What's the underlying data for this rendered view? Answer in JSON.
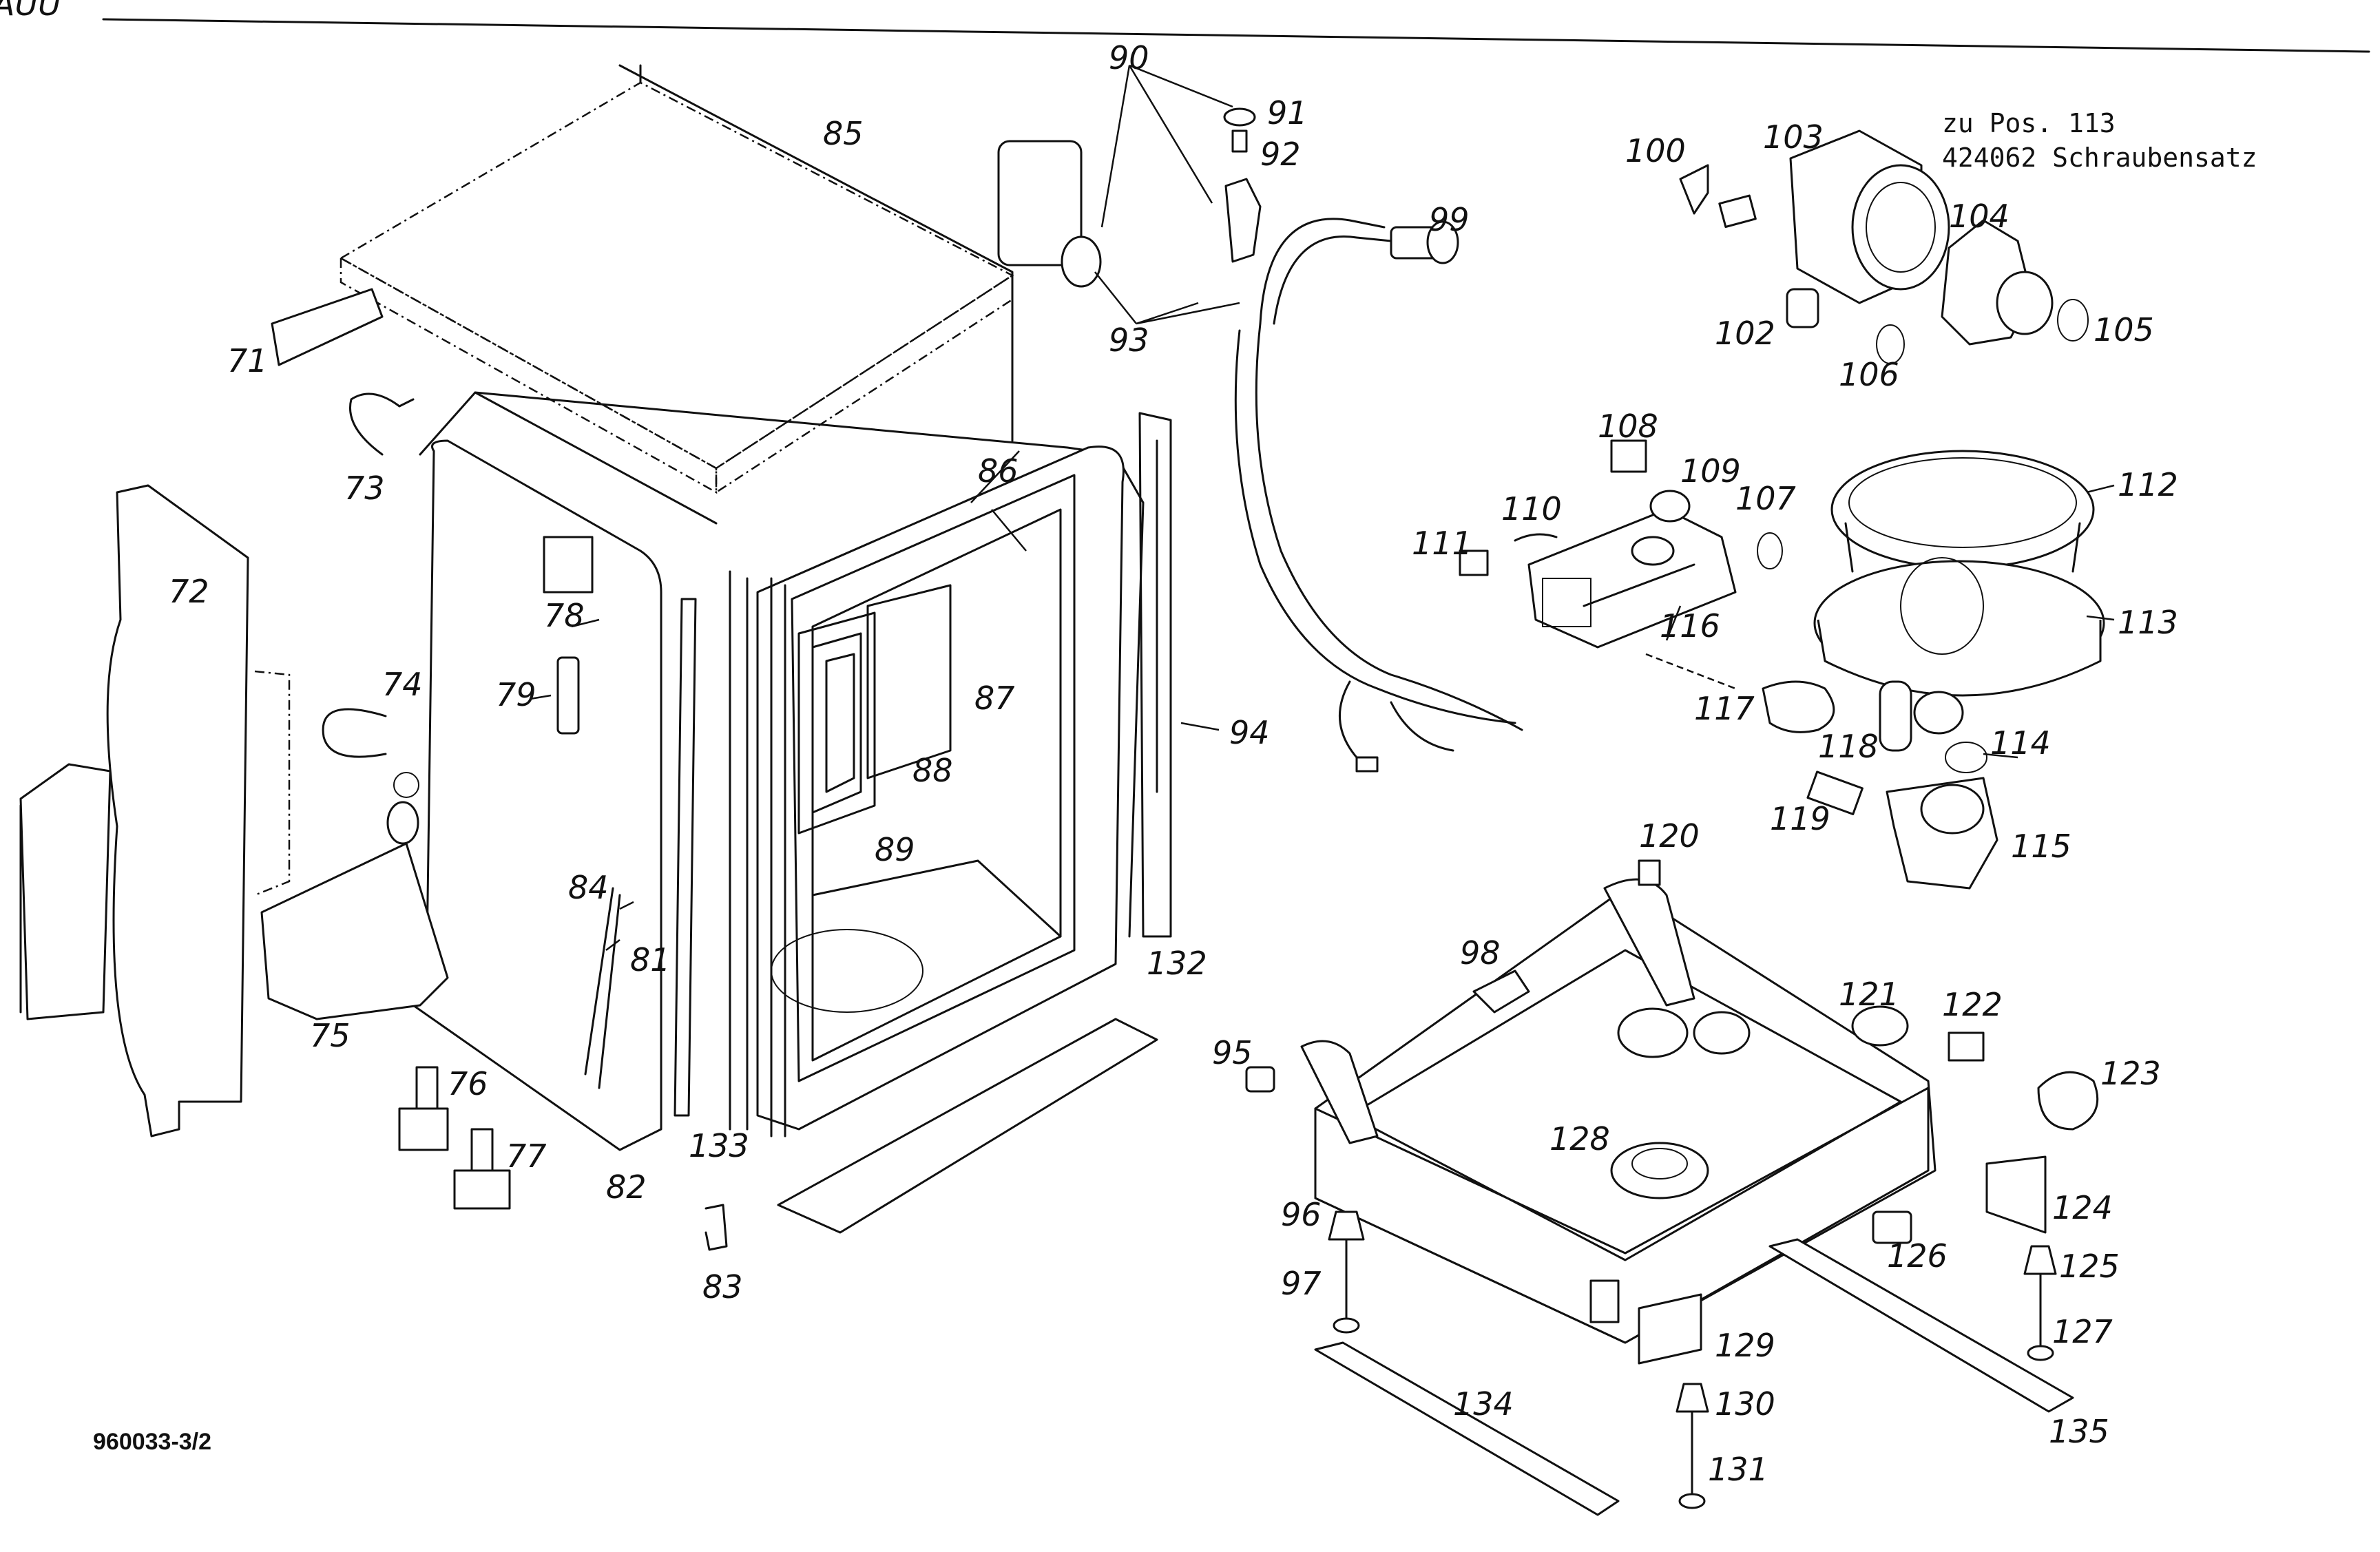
{
  "note": {
    "line1": "zu Pos. 113",
    "line2": "424062 Schraubensatz"
  },
  "drawing_code": "960033-3/2",
  "header_fragment": "AUU",
  "labels": {
    "p71": "71",
    "p72": "72",
    "p73": "73",
    "p74": "74",
    "p75": "75",
    "p76": "76",
    "p77": "77",
    "p78": "78",
    "p79": "79",
    "p81": "81",
    "p82": "82",
    "p83": "83",
    "p84": "84",
    "p85": "85",
    "p86": "86",
    "p87": "87",
    "p88": "88",
    "p89": "89",
    "p90": "90",
    "p91": "91",
    "p92": "92",
    "p93": "93",
    "p94": "94",
    "p95": "95",
    "p96": "96",
    "p97": "97",
    "p98": "98",
    "p99": "99",
    "p100": "100",
    "p102": "102",
    "p103": "103",
    "p104": "104",
    "p105": "105",
    "p106": "106",
    "p107": "107",
    "p108": "108",
    "p109": "109",
    "p110": "110",
    "p111": "111",
    "p112": "112",
    "p113": "113",
    "p114": "114",
    "p115": "115",
    "p116": "116",
    "p117": "117",
    "p118": "118",
    "p119": "119",
    "p120": "120",
    "p121": "121",
    "p122": "122",
    "p123": "123",
    "p124": "124",
    "p125": "125",
    "p126": "126",
    "p127": "127",
    "p128": "128",
    "p129": "129",
    "p130": "130",
    "p131": "131",
    "p132": "132",
    "p133": "133",
    "p134": "134",
    "p135": "135"
  }
}
